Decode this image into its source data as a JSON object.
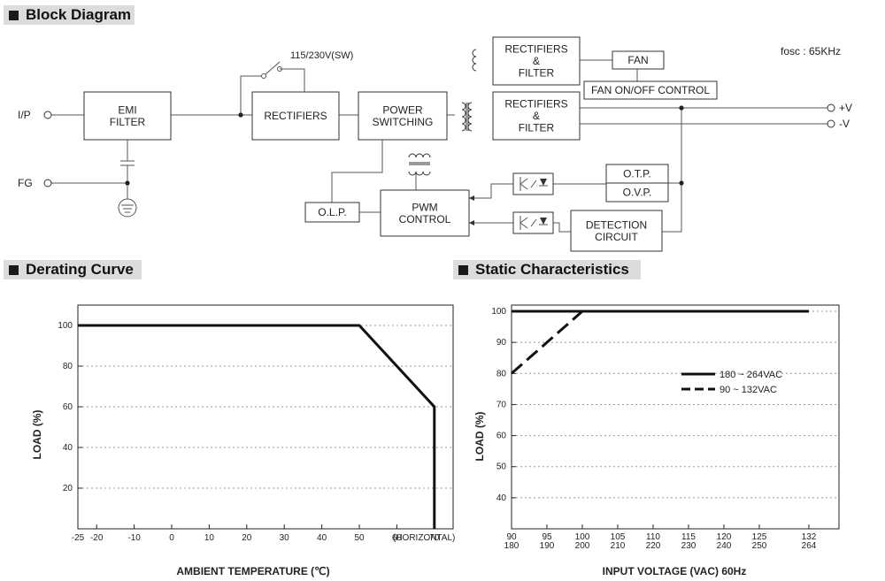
{
  "sections": {
    "block": "Block Diagram",
    "derating": "Derating Curve",
    "static": "Static Characteristics"
  },
  "block_diagram": {
    "fosc": "fosc : 65KHz",
    "switch_label": "115/230V(SW)",
    "terminals": {
      "ip": "I/P",
      "fg": "FG",
      "vplus": "+V",
      "vminus": "-V"
    },
    "blocks": {
      "emi": [
        "EMI",
        "FILTER"
      ],
      "rectifiers": [
        "RECTIFIERS"
      ],
      "power_switching": [
        "POWER",
        "SWITCHING"
      ],
      "rect_filter_top": [
        "RECTIFIERS",
        "&",
        "FILTER"
      ],
      "rect_filter_main": [
        "RECTIFIERS",
        "&",
        "FILTER"
      ],
      "fan": [
        "FAN"
      ],
      "fan_control": [
        "FAN ON/OFF CONTROL"
      ],
      "olp": [
        "O.L.P."
      ],
      "pwm": [
        "PWM",
        "CONTROL"
      ],
      "otp": [
        "O.T.P."
      ],
      "ovp": [
        "O.V.P."
      ],
      "detection": [
        "DETECTION",
        "CIRCUIT"
      ]
    }
  },
  "chart_data": [
    {
      "type": "line",
      "ylabel": "LOAD (%)",
      "xlabel": "AMBIENT TEMPERATURE (℃)",
      "x_suffix": "(HORIZONTAL)",
      "x_ticks": [
        "-25",
        "-20",
        "-10",
        "0",
        "10",
        "20",
        "30",
        "40",
        "50",
        "60",
        "70"
      ],
      "y_ticks": [
        "20",
        "40",
        "60",
        "80",
        "100"
      ],
      "xlim": [
        -25,
        75
      ],
      "ylim": [
        0,
        110
      ],
      "grid": true,
      "series": [
        {
          "points": [
            [
              -25,
              100
            ],
            [
              50,
              100
            ],
            [
              70,
              60
            ],
            [
              70,
              0
            ]
          ]
        }
      ]
    },
    {
      "type": "line",
      "ylabel": "LOAD (%)",
      "xlabel": "INPUT VOLTAGE (VAC) 60Hz",
      "x_ticks_top": [
        "90",
        "95",
        "100",
        "105",
        "110",
        "115",
        "120",
        "125",
        "132"
      ],
      "x_ticks_bottom": [
        "180",
        "190",
        "200",
        "210",
        "220",
        "230",
        "240",
        "250",
        "264"
      ],
      "y_ticks": [
        "40",
        "50",
        "60",
        "70",
        "80",
        "90",
        "100"
      ],
      "ylim": [
        30,
        102
      ],
      "grid": true,
      "legend_position": "right",
      "series": [
        {
          "name": "180 ~ 264VAC",
          "style": "solid",
          "x": [
            180,
            264
          ],
          "y": [
            100,
            100
          ]
        },
        {
          "name": "90 ~ 132VAC",
          "style": "dashed",
          "x": [
            90,
            100
          ],
          "y": [
            80,
            100
          ]
        }
      ]
    }
  ]
}
